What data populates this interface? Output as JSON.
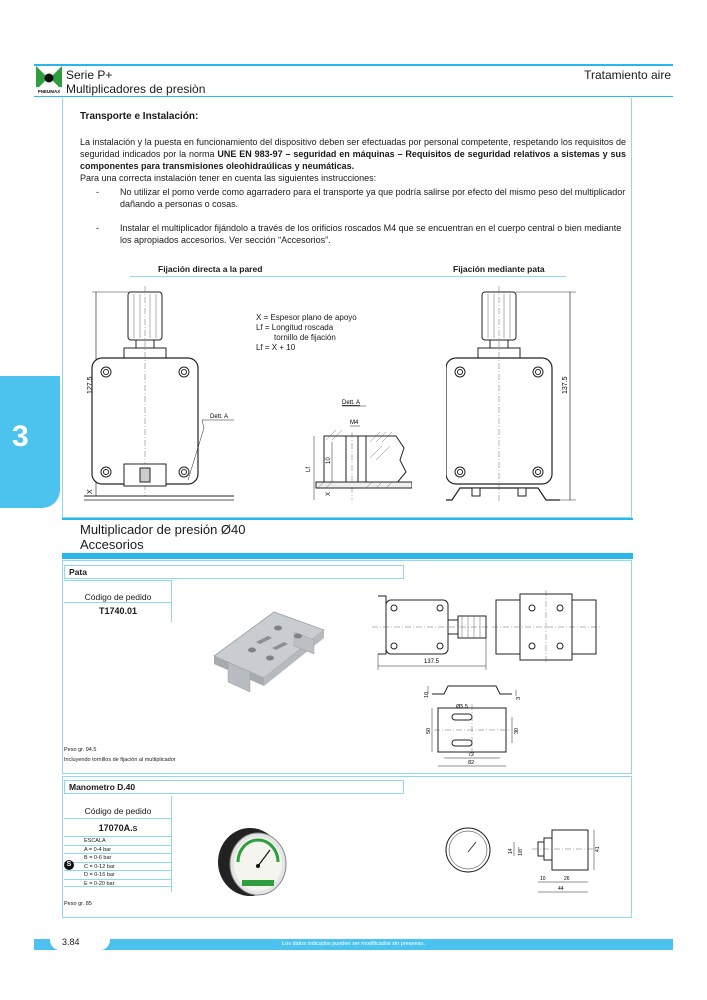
{
  "header": {
    "series": "Serie P+",
    "subtitle": "Multiplicadores de presiòn",
    "section": "Tratamiento aire",
    "logo_text": "PNEUMAX"
  },
  "side_tab": {
    "number": "3"
  },
  "transport": {
    "heading": "Transporte e Instalación:",
    "para1_a": "La instalación y la puesta en funcionamiento del dispositivo deben ser efectuadas por personal competente, respetando los requisitos de seguridad indicados por la norma ",
    "para1_b": "UNE EN 983-97 – seguridad en máquinas – Requisitos de seguridad relativos a sistemas y sus componentes para transmisiones oleohidraúlicas y neumáticas.",
    "para2": "Para una correcta instalación tener en cuenta las siguientes instrucciones:",
    "bullet_dash": "-",
    "bullet1": "No utilizar el pomo verde como agarradero para el transporte ya que podría salirse por efecto del mismo peso del multiplicador dañando a personas o cosas.",
    "bullet2": "Instalar el multiplicador fijándolo a través de los orificios roscados M4 que se encuentran en el cuerpo central o bien mediante los apropiados accesorios. Ver sección “Accesorios”."
  },
  "figures": {
    "caption_left": "Fijación directa a la pared",
    "caption_right": "Fijación mediante pata",
    "legend": [
      "X  = Espesor plano de apoyo",
      "Lf = Longitud roscada",
      "tornillo de fijación",
      "Lf = X + 10"
    ],
    "dim_127": "127.5",
    "dim_137": "137.5",
    "dett_a": "Dett. A",
    "dett_a_detail": "Dett. A",
    "m4": "M4",
    "dim_10": "10",
    "dim_lf": "Lf",
    "dim_x": "X"
  },
  "accessories": {
    "title_line1": "Multiplicador de presión Ø40",
    "title_line2": "Accesorios"
  },
  "pata": {
    "name": "Pata",
    "code_label": "Código de pedido",
    "code": "T1740.01",
    "weight": "Peso gr. 94.5",
    "note": "Incluyendo tornillos de fijación al multiplicador",
    "dims": {
      "d137": "137.5",
      "d10": "10",
      "d3": "3",
      "d55": "Ø5.5",
      "d50": "50",
      "d30": "30",
      "d72": "72",
      "d82": "82"
    }
  },
  "manometro": {
    "name": "Manometro D.40",
    "code_label": "Código de pedido",
    "code": "17070A.",
    "code_suffix": "S",
    "scale_title": "ESCALA",
    "scale_symbol": "S",
    "scales": [
      "A = 0-4 bar",
      "B = 0-6 bar",
      "C = 0-12 bar",
      "D = 0-16 bar",
      "E = 0-20 bar"
    ],
    "weight": "Peso gr. 85",
    "dims": {
      "d14": "14",
      "d18": "1/8\"",
      "d41": "41",
      "d10": "10",
      "d26": "26",
      "d44": "44"
    }
  },
  "footer": {
    "page": "3.84",
    "note": "Los datos indicados pueden ser modificados sin preaveso."
  }
}
